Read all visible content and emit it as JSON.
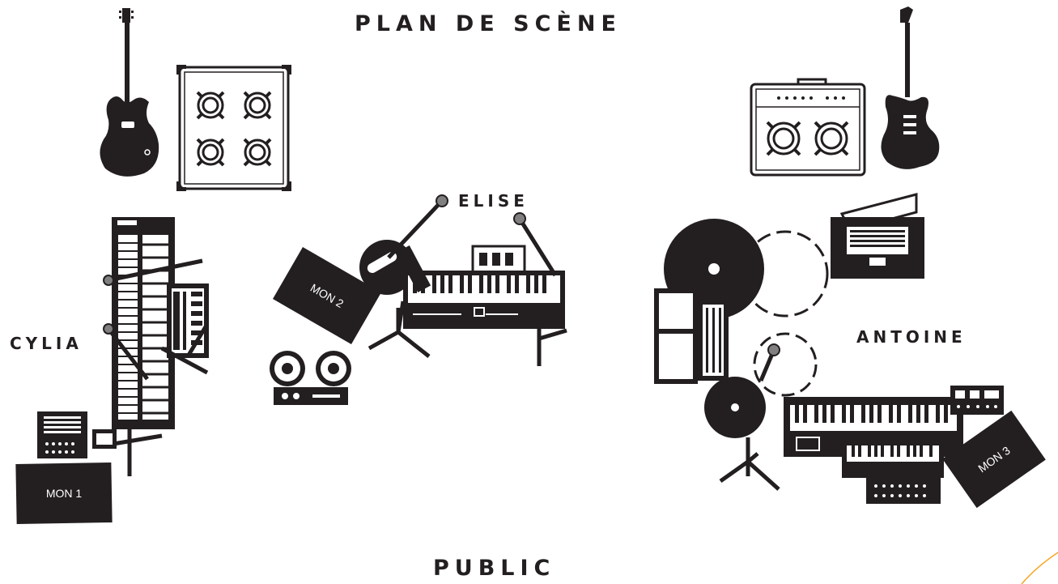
{
  "header": {
    "title": "PLAN DE SCÈNE"
  },
  "footer": {
    "audience_label": "PUBLIC"
  },
  "musicians": {
    "left": "CYLIA",
    "center": "ELISE",
    "right": "ANTOINE"
  },
  "monitors": {
    "mon1": "MON 1",
    "mon2": "MON 2",
    "mon3": "MON 3"
  },
  "colors": {
    "ink": "#231f20",
    "mic_head": "#808080",
    "accent": "#f5a623"
  }
}
